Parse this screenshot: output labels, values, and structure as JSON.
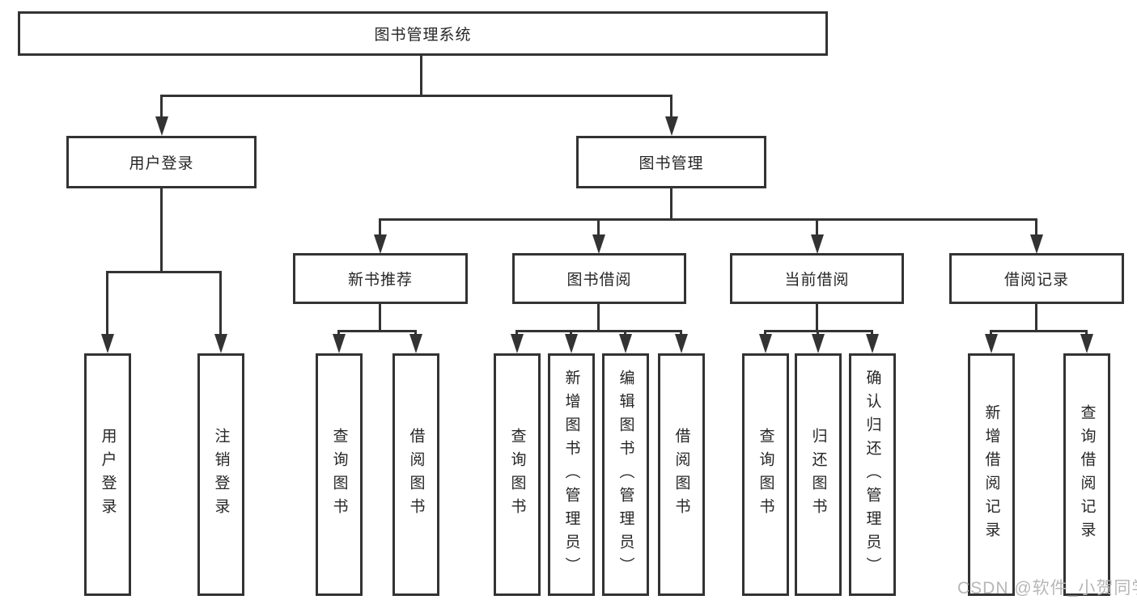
{
  "nodes": {
    "root": "图书管理系统",
    "user_login": "用户登录",
    "book_mgmt": "图书管理",
    "new_book_rec": "新书推荐",
    "book_borrow": "图书借阅",
    "current_borrow": "当前借阅",
    "borrow_record": "借阅记录",
    "leaf_user_login": "用户登录",
    "leaf_logout": "注销登录",
    "leaf_nb_query": "查询图书",
    "leaf_nb_borrow": "借阅图书",
    "leaf_bb_query": "查询图书",
    "leaf_bb_add": "新增图书（管理员）",
    "leaf_bb_edit": "编辑图书（管理员）",
    "leaf_bb_borrow": "借阅图书",
    "leaf_cb_query": "查询图书",
    "leaf_cb_return": "归还图书",
    "leaf_cb_confirm": "确认归还（管理员）",
    "leaf_br_add": "新增借阅记录",
    "leaf_br_query": "查询借阅记录"
  },
  "watermark": "CSDN @软件_小贺同学",
  "colors": {
    "line": "#333333",
    "text": "#262626",
    "watermark": "#b7b7b7",
    "background": "#ffffff"
  }
}
